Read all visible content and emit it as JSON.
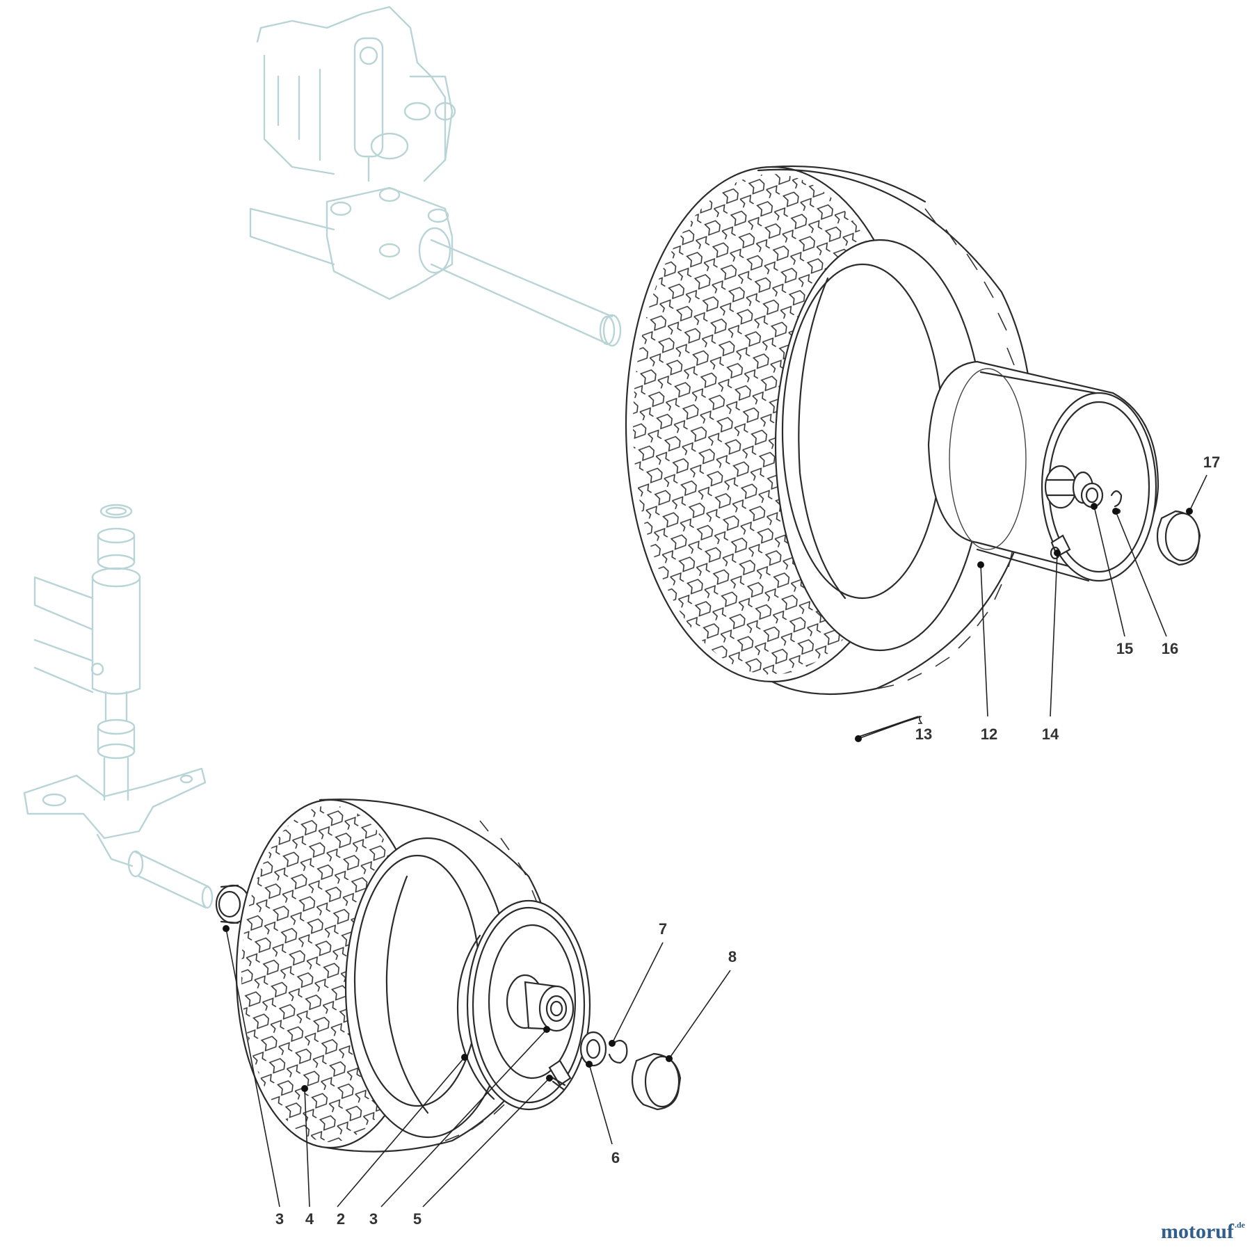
{
  "diagram": {
    "callouts": {
      "c3a": "3",
      "c4": "4",
      "c2": "2",
      "c3b": "3",
      "c5": "5",
      "c6": "6",
      "c7": "7",
      "c8": "8",
      "c12": "12",
      "c13": "13",
      "c14": "14",
      "c15": "15",
      "c16": "16",
      "c17": "17"
    }
  },
  "watermark": {
    "name": "motoruf",
    "tld": ".de"
  }
}
